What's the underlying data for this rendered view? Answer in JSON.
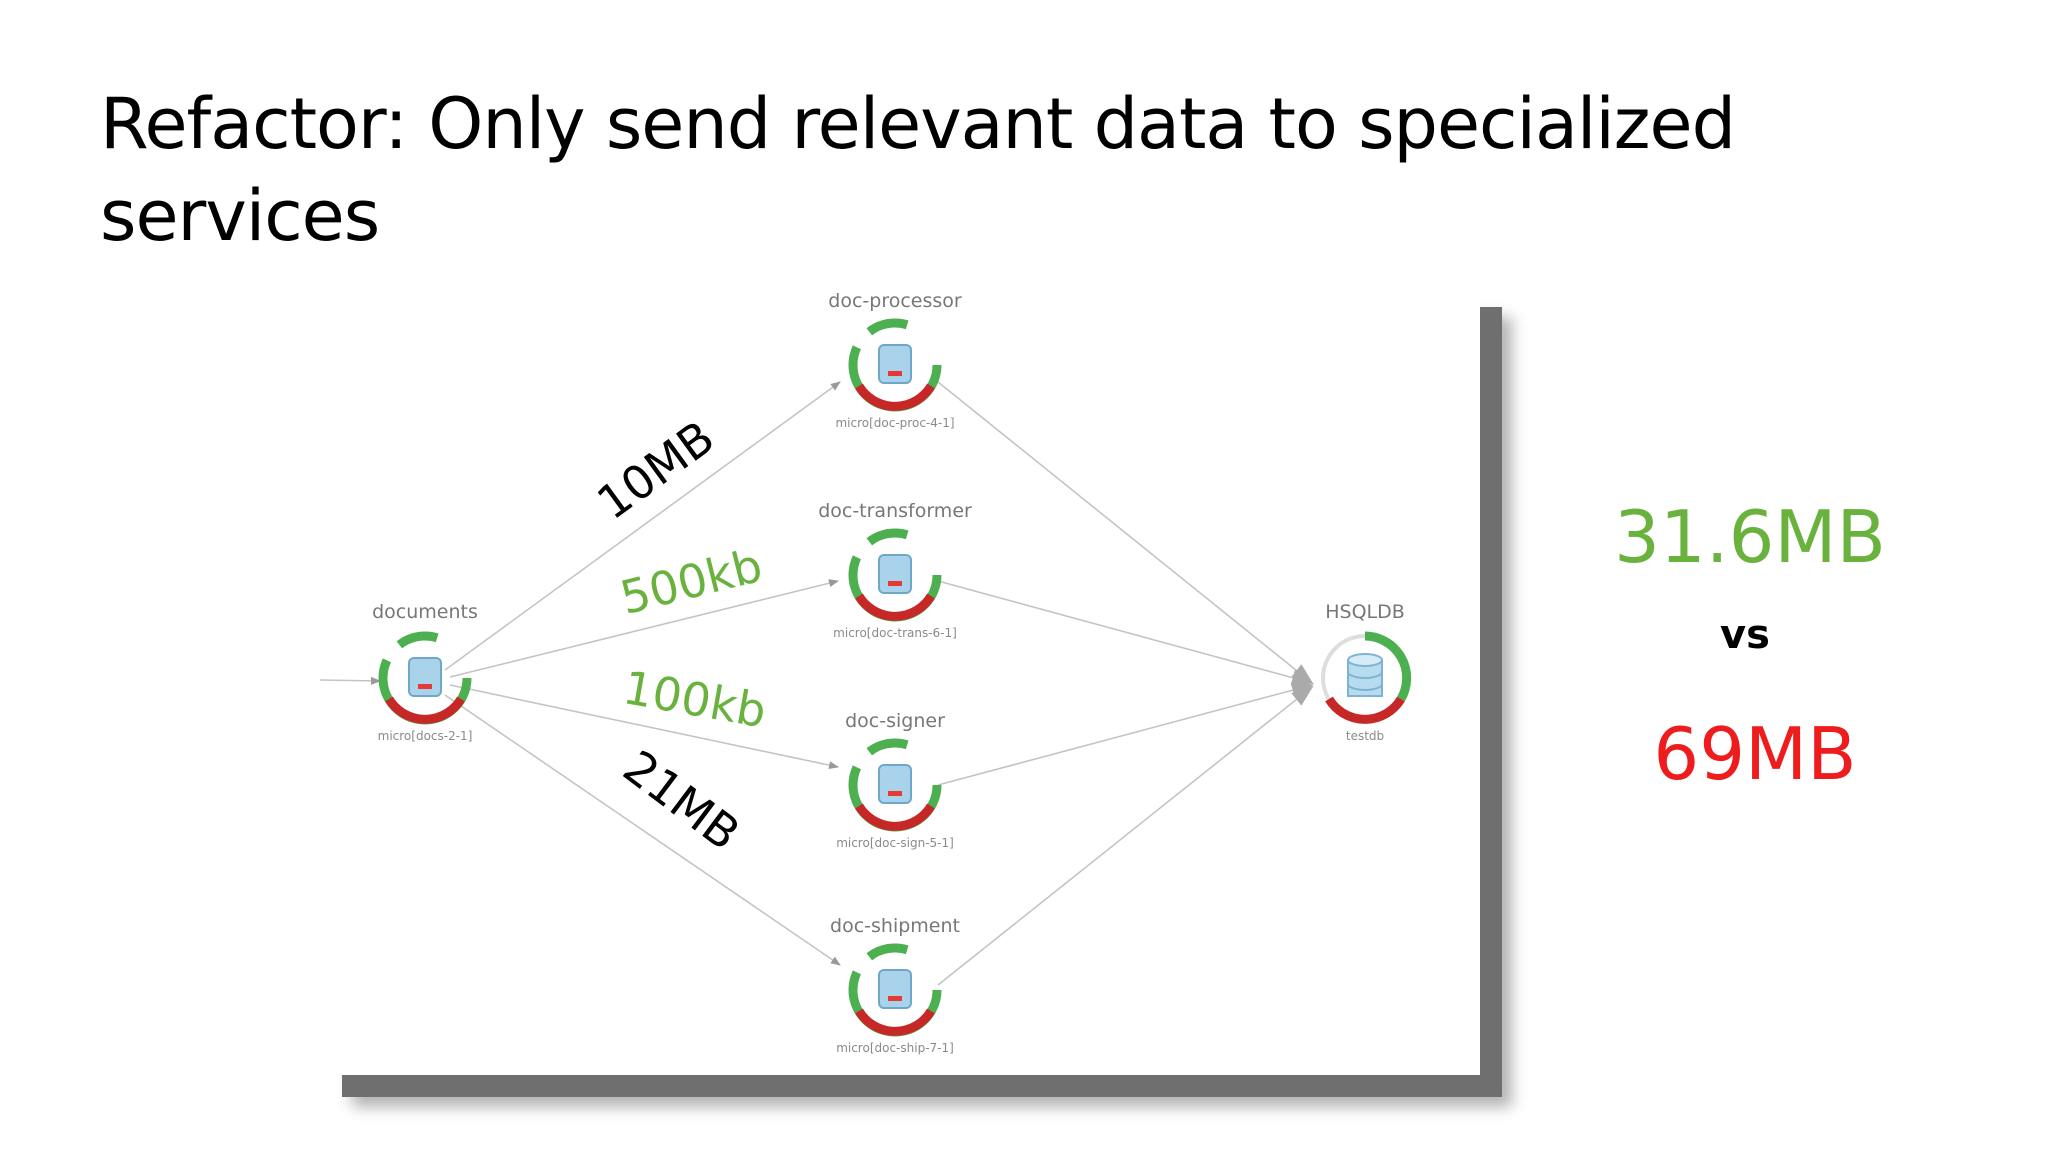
{
  "slide": {
    "title": "Refactor: Only send relevant data to specialized services"
  },
  "diagram": {
    "nodes": {
      "documents": {
        "name": "documents",
        "id": "micro[docs-2-1]"
      },
      "processor": {
        "name": "doc-processor",
        "id": "micro[doc-proc-4-1]"
      },
      "transformer": {
        "name": "doc-transformer",
        "id": "micro[doc-trans-6-1]"
      },
      "signer": {
        "name": "doc-signer",
        "id": "micro[doc-sign-5-1]"
      },
      "shipment": {
        "name": "doc-shipment",
        "id": "micro[doc-ship-7-1]"
      },
      "hsqldb": {
        "name": "HSQLDB",
        "id": "testdb"
      }
    },
    "edge_labels": {
      "to_processor": "10MB",
      "to_transformer": "500kb",
      "to_signer": "100kb",
      "to_shipment": "21MB"
    }
  },
  "comparison": {
    "after": "31.6MB",
    "vs": "vs",
    "before": "69MB"
  },
  "colors": {
    "good": "#6ab23e",
    "bad": "#ee1c1c",
    "ring_green": "#4caf50",
    "ring_red": "#c62828"
  }
}
